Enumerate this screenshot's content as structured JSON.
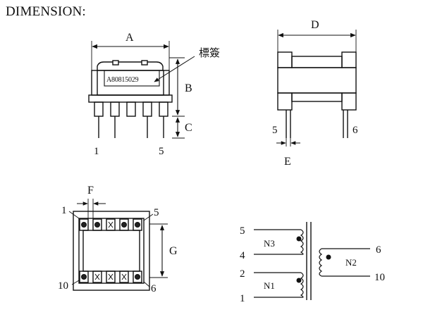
{
  "title": "DIMENSION:",
  "dims": {
    "A": "A",
    "B": "B",
    "C": "C",
    "D": "D",
    "E": "E",
    "F": "F",
    "G": "G"
  },
  "label_tag": "標簽",
  "part_number": "A80815029",
  "front_pins": {
    "left": "1",
    "right": "5"
  },
  "side_pins": {
    "left": "5",
    "right": "6"
  },
  "bottom_pins": {
    "top_left": "1",
    "top_right": "5",
    "bottom_left": "10",
    "bottom_right": "6"
  },
  "schematic": {
    "pins_left": [
      "5",
      "4",
      "2",
      "1"
    ],
    "pins_right": [
      "6",
      "10"
    ],
    "windings": [
      "N3",
      "N1",
      "N2"
    ]
  }
}
